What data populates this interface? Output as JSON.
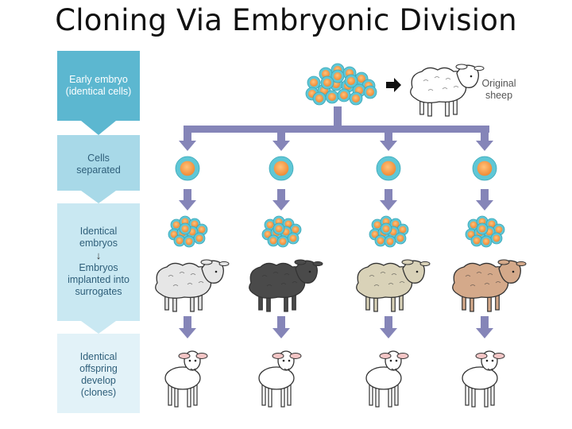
{
  "title": "Cloning Via Embryonic Division",
  "stages": {
    "early_embryo": [
      "Early embryo",
      "(identical cells)"
    ],
    "cells_separated": [
      "Cells",
      "separated"
    ],
    "identical_embryos": [
      "Identical",
      "embryos"
    ],
    "implanted": [
      "Embryos",
      "implanted into",
      "surrogates"
    ],
    "offspring": [
      "Identical",
      "offspring",
      "develop",
      "(clones)"
    ]
  },
  "original_label": [
    "Original",
    "sheep"
  ],
  "surrogate_colors": [
    "#e6e6e6",
    "#4a4a4a",
    "#d9d2b8",
    "#d4a98a"
  ],
  "colors": {
    "stage_dark": "#5cb7d0",
    "stage_mid": "#a8d9e8",
    "stage_light": "#c9e8f2",
    "stage_lightest": "#e2f2f8",
    "flow_arrow": "#8585b8",
    "cell_fill": "#f29a4a",
    "cell_ring": "#5fc7d6"
  }
}
